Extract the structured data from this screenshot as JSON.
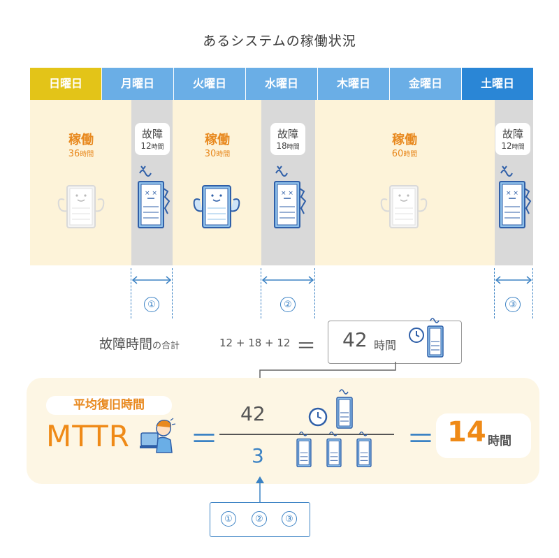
{
  "title": "あるシステムの稼働状況",
  "days": [
    "日曜日",
    "月曜日",
    "火曜日",
    "水曜日",
    "木曜日",
    "金曜日",
    "土曜日"
  ],
  "colors": {
    "sunday": "#e3c418",
    "weekday": "#6aaee6",
    "saturday": "#2a86d6",
    "operating_bg": "#fdf3d9",
    "failure_bg": "#d9d9d9",
    "accent_orange": "#ef8a17",
    "accent_blue": "#3b82c4",
    "server_blue": "#2f5fa8"
  },
  "operating": [
    {
      "label": "稼働",
      "hours": "36",
      "unit": "時間"
    },
    {
      "label": "稼働",
      "hours": "30",
      "unit": "時間"
    },
    {
      "label": "稼働",
      "hours": "60",
      "unit": "時間"
    }
  ],
  "failures": [
    {
      "label": "故障",
      "hours": "12",
      "unit": "時間",
      "marker": "①"
    },
    {
      "label": "故障",
      "hours": "18",
      "unit": "時間",
      "marker": "②"
    },
    {
      "label": "故障",
      "hours": "12",
      "unit": "時間",
      "marker": "③"
    }
  ],
  "sum": {
    "label": "故障時間",
    "label_suffix": "の合計",
    "expression": "12 + 18 + 12",
    "equals": "＝",
    "value": "42",
    "unit": "時間"
  },
  "mttr": {
    "tag": "平均復旧時間",
    "name": "MTTR",
    "equals": "＝",
    "numerator": "42",
    "denominator": "3",
    "result": "14",
    "result_unit": "時間"
  },
  "count_markers": [
    "①",
    "②",
    "③"
  ],
  "icons": [
    "happy-server-icon",
    "broken-server-icon",
    "clock-icon",
    "worried-person-icon"
  ]
}
